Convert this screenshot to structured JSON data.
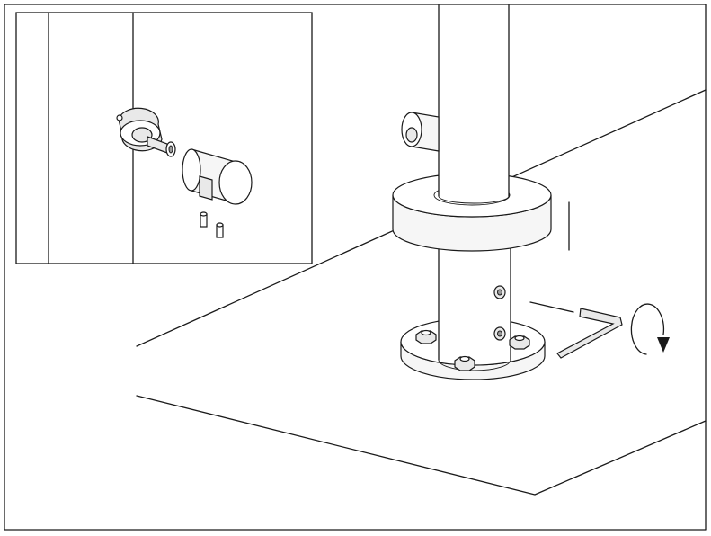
{
  "figure": {
    "kind": "assembly-instruction-illustration",
    "components": [
      "post",
      "base-flange",
      "cover-ring",
      "bolt",
      "set-screw",
      "hex-key",
      "rotation-arrow",
      "rail-connector",
      "detail-inset"
    ],
    "colors": {
      "line": "#1a1a1a",
      "background": "#ffffff",
      "shade": "#e9e9e9"
    }
  }
}
